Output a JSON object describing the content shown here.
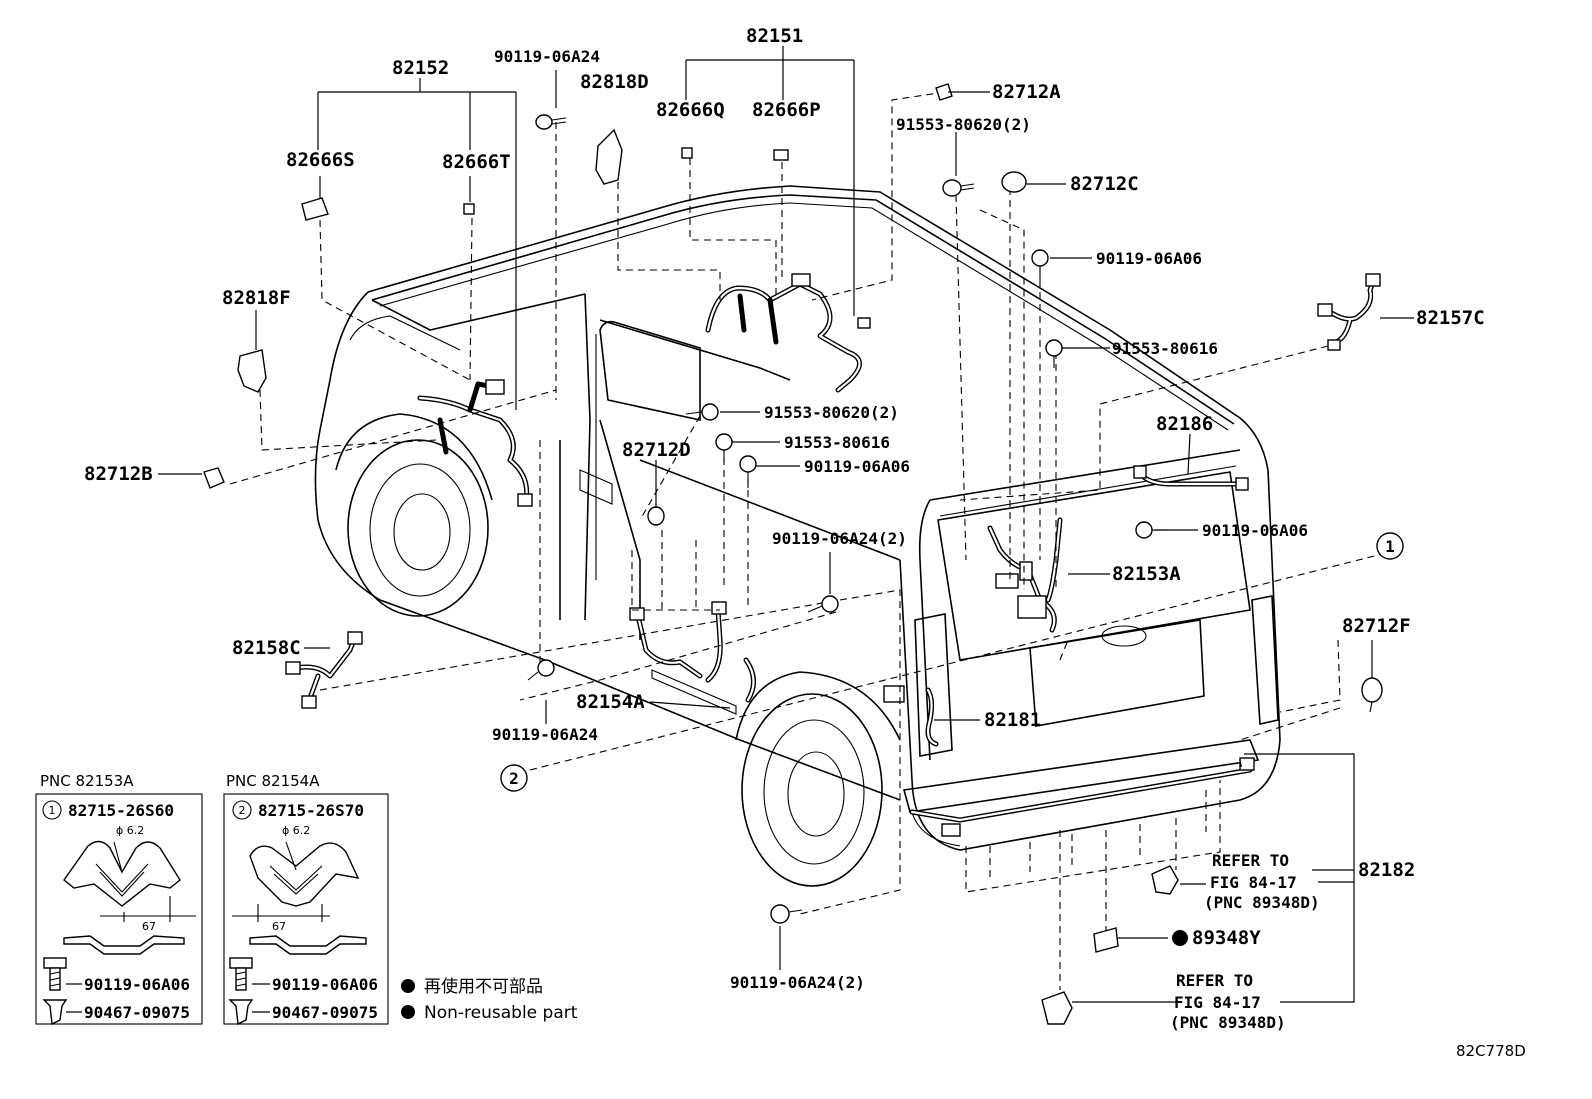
{
  "labels": {
    "p82151": "82151",
    "p82152": "82152",
    "p90119_06A24_top": "90119-06A24",
    "p82818D": "82818D",
    "p82666Q": "82666Q",
    "p82666P": "82666P",
    "p82712A": "82712A",
    "p91553_80620_2_top": "91553-80620(2)",
    "p82712C": "82712C",
    "p90119_06A06_a": "90119-06A06",
    "p82157C": "82157C",
    "p91553_80616_a": "91553-80616",
    "p82186": "82186",
    "p82666S": "82666S",
    "p82666T": "82666T",
    "p82818F": "82818F",
    "p82712B": "82712B",
    "p91553_80620_2_mid": "91553-80620(2)",
    "p91553_80616_b": "91553-80616",
    "p82712D": "82712D",
    "p90119_06A06_b": "90119-06A06",
    "p90119_06A06_c": "90119-06A06",
    "p90119_06A24_2_mid": "90119-06A24(2)",
    "p82153A": "82153A",
    "p82158C": "82158C",
    "p82154A": "82154A",
    "p90119_06A24_bot": "90119-06A24",
    "p82181": "82181",
    "p82712F": "82712F",
    "p82182": "82182",
    "p89348Y": "89348Y",
    "p90119_06A24_2_bot": "90119-06A24(2)",
    "callout1": "1",
    "callout2": "2",
    "refer1_a": "REFER TO",
    "refer1_b": "FIG 84-17",
    "refer1_c": "(PNC 89348D)",
    "refer2_a": "REFER TO",
    "refer2_b": "FIG 84-17",
    "refer2_c": "(PNC 89348D)"
  },
  "inset1": {
    "pnc": "PNC 82153A",
    "num": "1",
    "part": "82715-26S60",
    "dia": "ϕ 6.2",
    "dim": "67",
    "bolt": "90119-06A06",
    "clip": "90467-09075"
  },
  "inset2": {
    "pnc": "PNC 82154A",
    "num": "2",
    "part": "82715-26S70",
    "dia": "ϕ 6.2",
    "dim": "67",
    "bolt": "90119-06A06",
    "clip": "90467-09075"
  },
  "legend": {
    "jp": "再使用不可部品",
    "en": "Non-reusable part"
  },
  "figure_code": "82C778D"
}
